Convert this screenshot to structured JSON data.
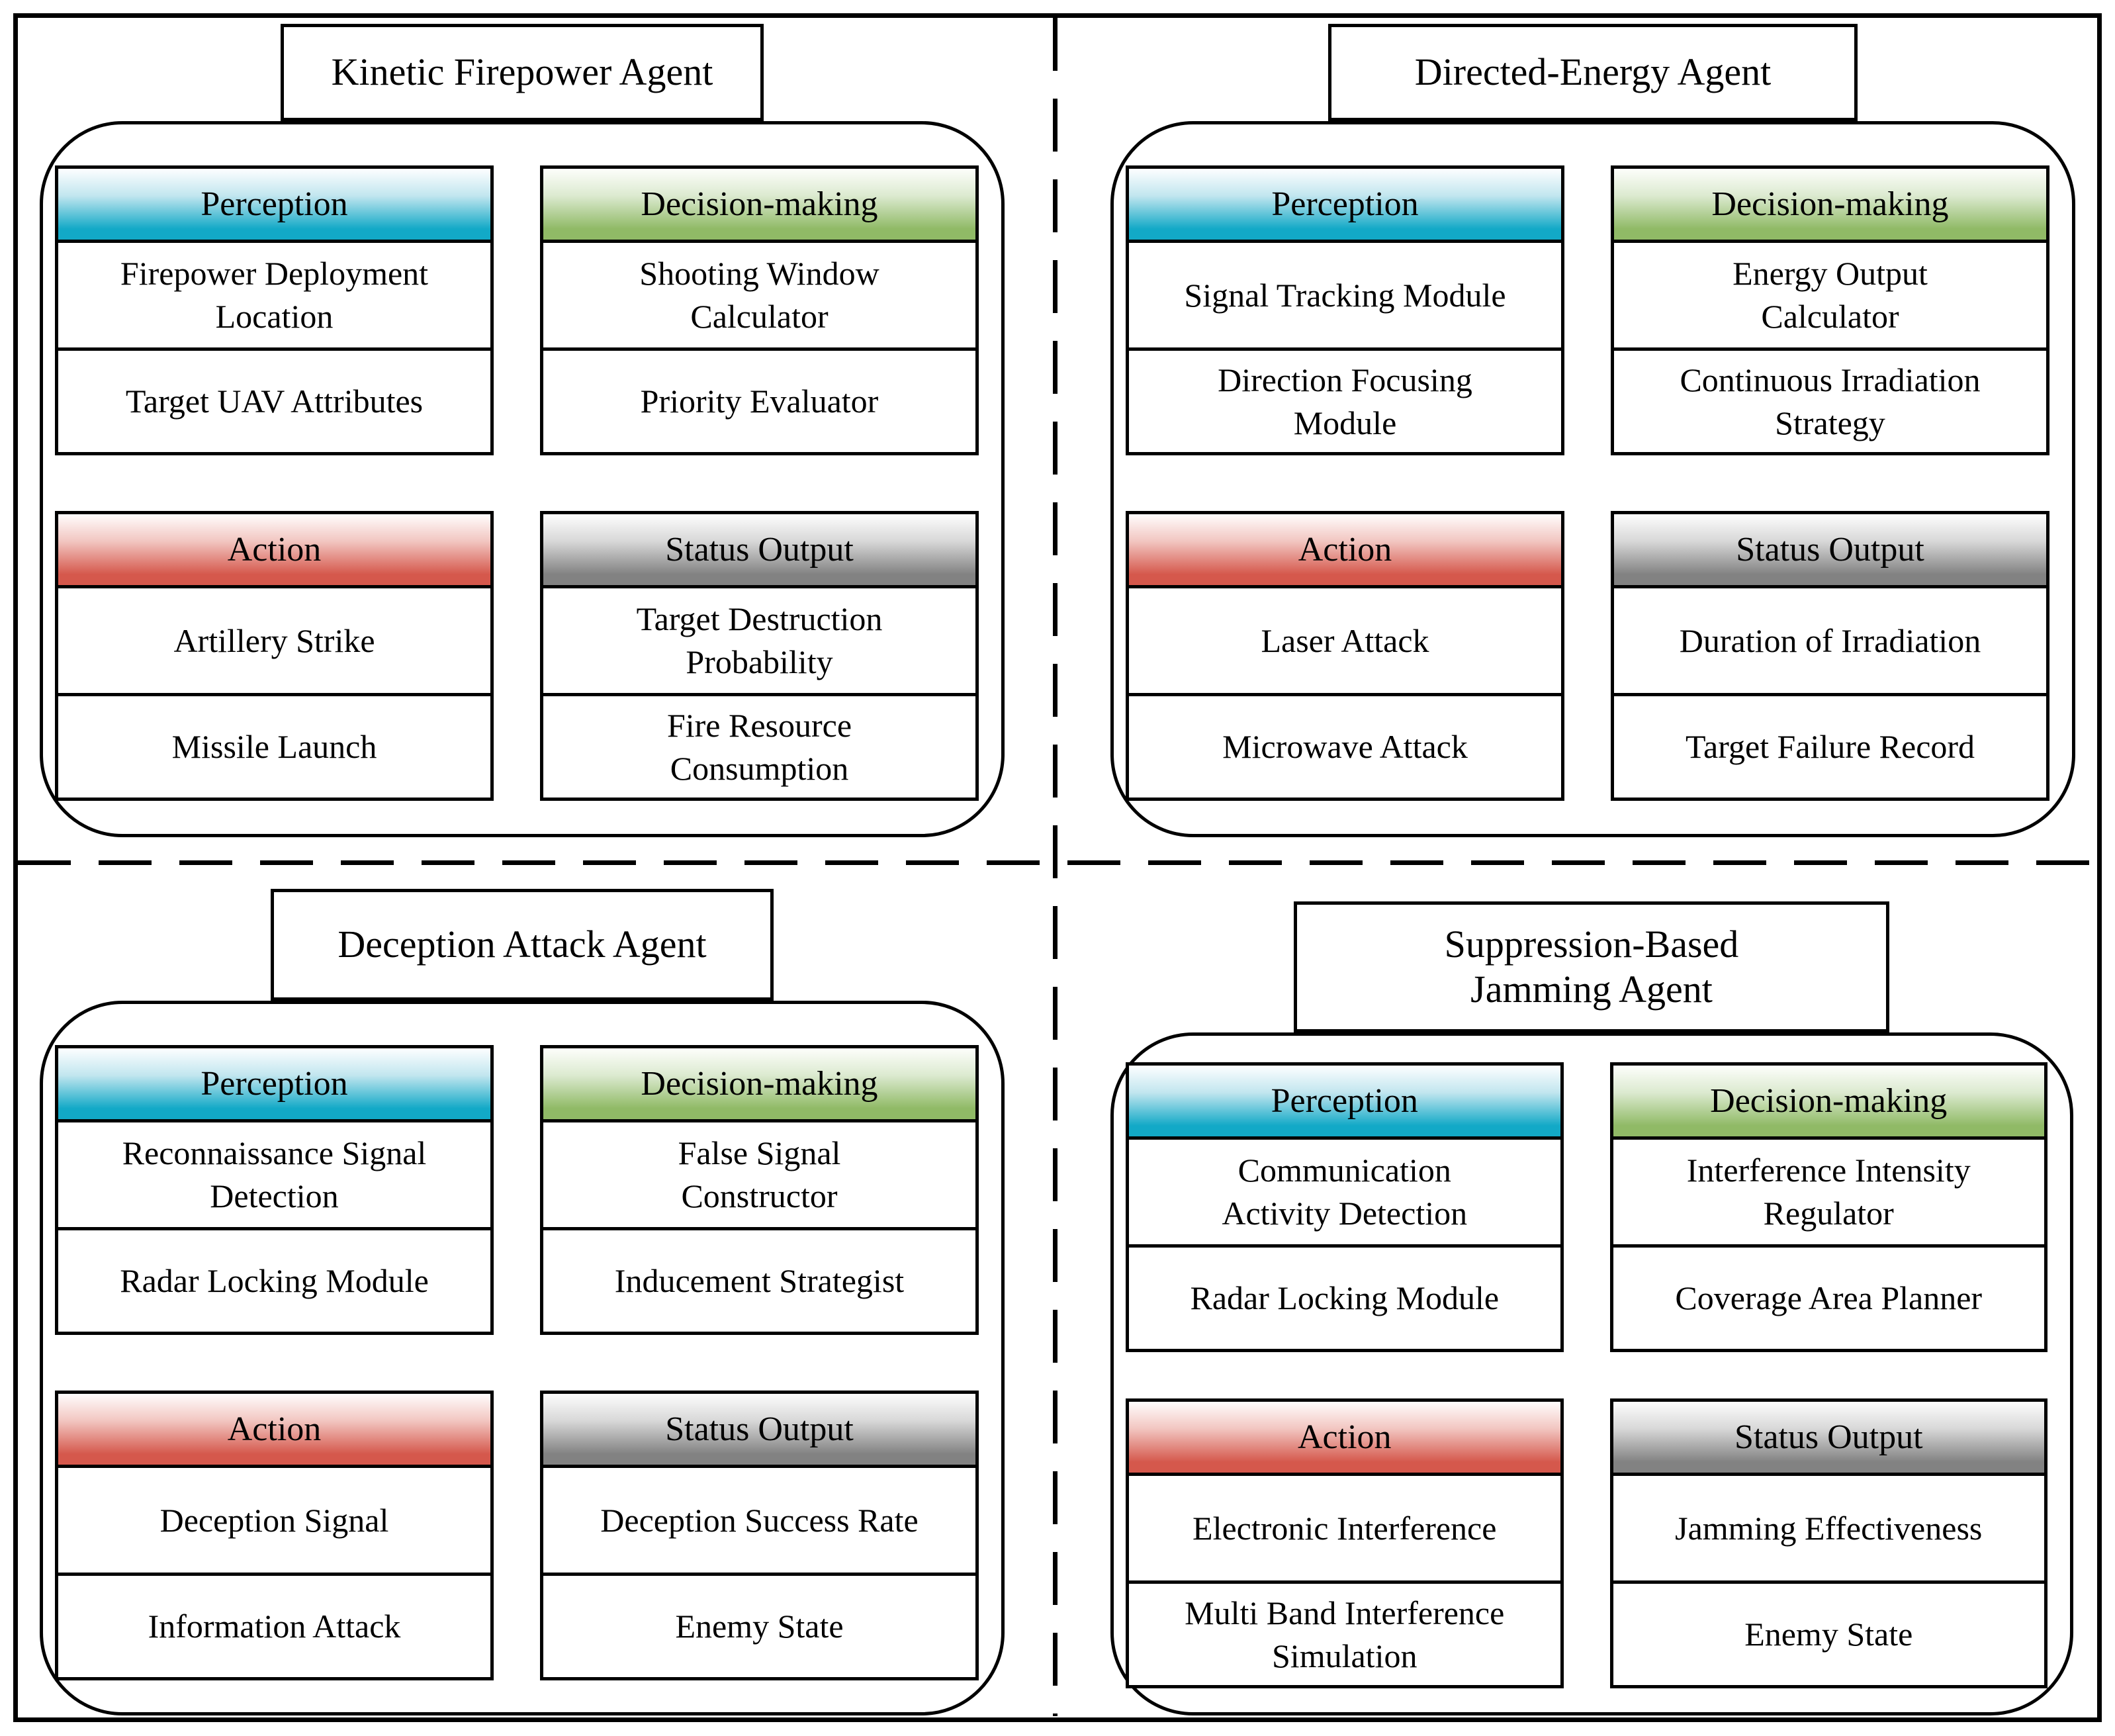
{
  "colors": {
    "perception": "#12a9c7",
    "decision": "#90ba66",
    "action": "#d5584c",
    "status": "#828282",
    "line": "#000000"
  },
  "quadrants": [
    {
      "id": "kinetic-firepower-agent",
      "title": "Kinetic Firepower Agent",
      "blocks": [
        {
          "type": "perception",
          "header": "Perception",
          "items": [
            "Firepower Deployment\nLocation",
            "Target UAV Attributes"
          ]
        },
        {
          "type": "decision",
          "header": "Decision-making",
          "items": [
            "Shooting Window\nCalculator",
            "Priority Evaluator"
          ]
        },
        {
          "type": "action",
          "header": "Action",
          "items": [
            "Artillery Strike",
            "Missile Launch"
          ]
        },
        {
          "type": "status",
          "header": "Status Output",
          "items": [
            "Target Destruction\nProbability",
            "Fire Resource\nConsumption"
          ]
        }
      ]
    },
    {
      "id": "directed-energy-agent",
      "title": "Directed-Energy Agent",
      "blocks": [
        {
          "type": "perception",
          "header": "Perception",
          "items": [
            "Signal Tracking Module",
            "Direction Focusing\nModule"
          ]
        },
        {
          "type": "decision",
          "header": "Decision-making",
          "items": [
            "Energy Output\nCalculator",
            "Continuous Irradiation\nStrategy"
          ]
        },
        {
          "type": "action",
          "header": "Action",
          "items": [
            "Laser Attack",
            "Microwave Attack"
          ]
        },
        {
          "type": "status",
          "header": "Status Output",
          "items": [
            "Duration of Irradiation",
            "Target Failure Record"
          ]
        }
      ]
    },
    {
      "id": "deception-attack-agent",
      "title": "Deception Attack Agent",
      "blocks": [
        {
          "type": "perception",
          "header": "Perception",
          "items": [
            "Reconnaissance Signal\nDetection",
            "Radar Locking Module"
          ]
        },
        {
          "type": "decision",
          "header": "Decision-making",
          "items": [
            "False Signal\nConstructor",
            "Inducement Strategist"
          ]
        },
        {
          "type": "action",
          "header": "Action",
          "items": [
            "Deception Signal",
            "Information Attack"
          ]
        },
        {
          "type": "status",
          "header": "Status Output",
          "items": [
            "Deception Success Rate",
            "Enemy State"
          ]
        }
      ]
    },
    {
      "id": "suppression-based-jamming-agent",
      "title": "Suppression-Based\nJamming Agent",
      "blocks": [
        {
          "type": "perception",
          "header": "Perception",
          "items": [
            "Communication\nActivity Detection",
            "Radar Locking Module"
          ]
        },
        {
          "type": "decision",
          "header": "Decision-making",
          "items": [
            "Interference Intensity\nRegulator",
            "Coverage Area Planner"
          ]
        },
        {
          "type": "action",
          "header": "Action",
          "items": [
            "Electronic Interference",
            "Multi Band Interference\nSimulation"
          ]
        },
        {
          "type": "status",
          "header": "Status Output",
          "items": [
            "Jamming Effectiveness",
            "Enemy State"
          ]
        }
      ]
    }
  ]
}
